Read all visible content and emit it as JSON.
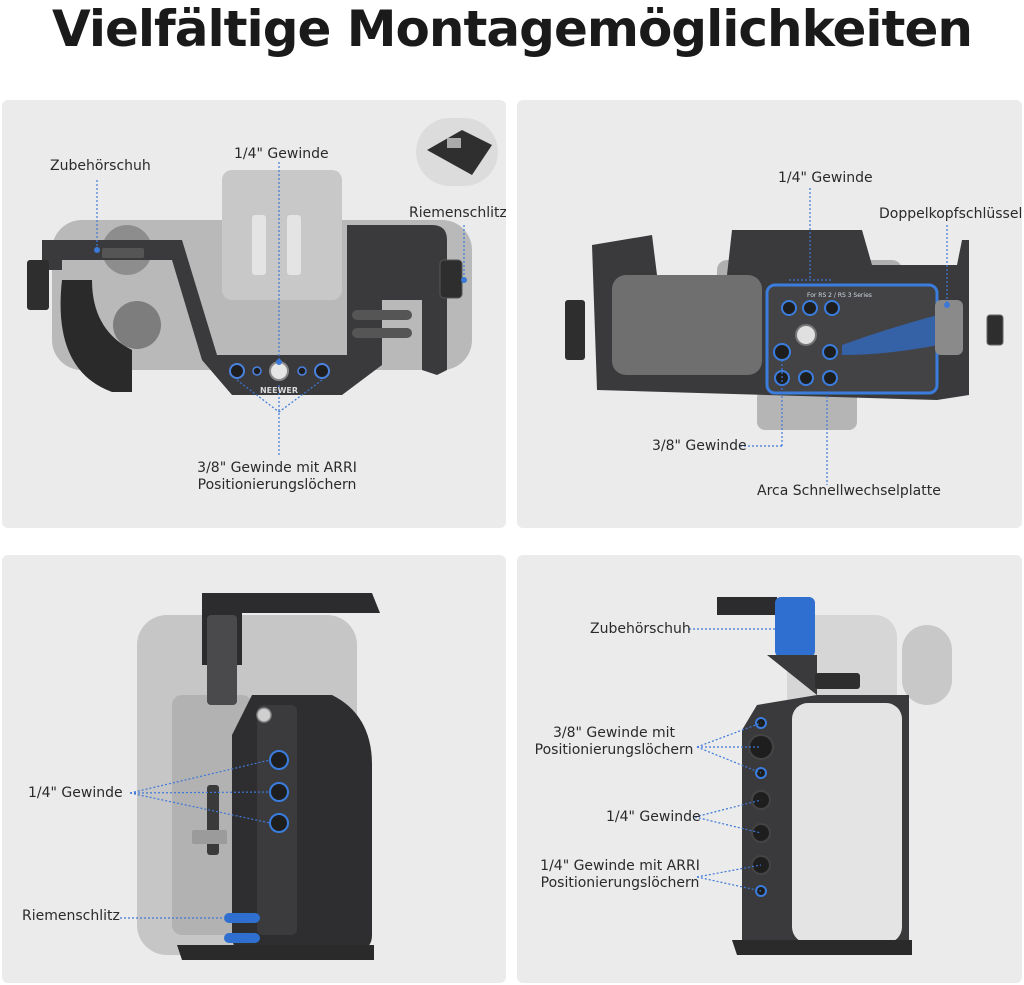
{
  "title": "Vielfältige Montagemöglichkeiten",
  "panels": {
    "top_left": {
      "zubehoerschuh": "Zubehörschuh",
      "gewinde_14": "1/4\" Gewinde",
      "riemenschlitz": "Riemenschlitz",
      "gewinde_38_line1": "3/8\" Gewinde mit ARRI",
      "gewinde_38_line2": "Positionierungslöchern",
      "brand": "NEEWER"
    },
    "top_right": {
      "gewinde_14": "1/4\" Gewinde",
      "doppelkopf": "Doppelkopfschlüssel",
      "gewinde_38": "3/8\" Gewinde",
      "arca": "Arca Schnellwechselplatte",
      "plate_text": "For RS 2 / RS 3 Series"
    },
    "bottom_left": {
      "gewinde_14": "1/4\" Gewinde",
      "riemenschlitz": "Riemenschlitz"
    },
    "bottom_right": {
      "zubehoerschuh": "Zubehörschuh",
      "gewinde_38_line1": "3/8\" Gewinde mit",
      "gewinde_38_line2": "Positionierungslöchern",
      "gewinde_14": "1/4\" Gewinde",
      "arri_line1": "1/4\" Gewinde mit ARRI",
      "arri_line2": "Positionierungslöchern"
    }
  },
  "colors": {
    "panel_bg": "#ebebeb",
    "cage_metal": "#3a3a3c",
    "camera_gray": "#9a9a9a",
    "accent_blue": "#2f6fd0",
    "leader_line": "#3c78d8"
  }
}
